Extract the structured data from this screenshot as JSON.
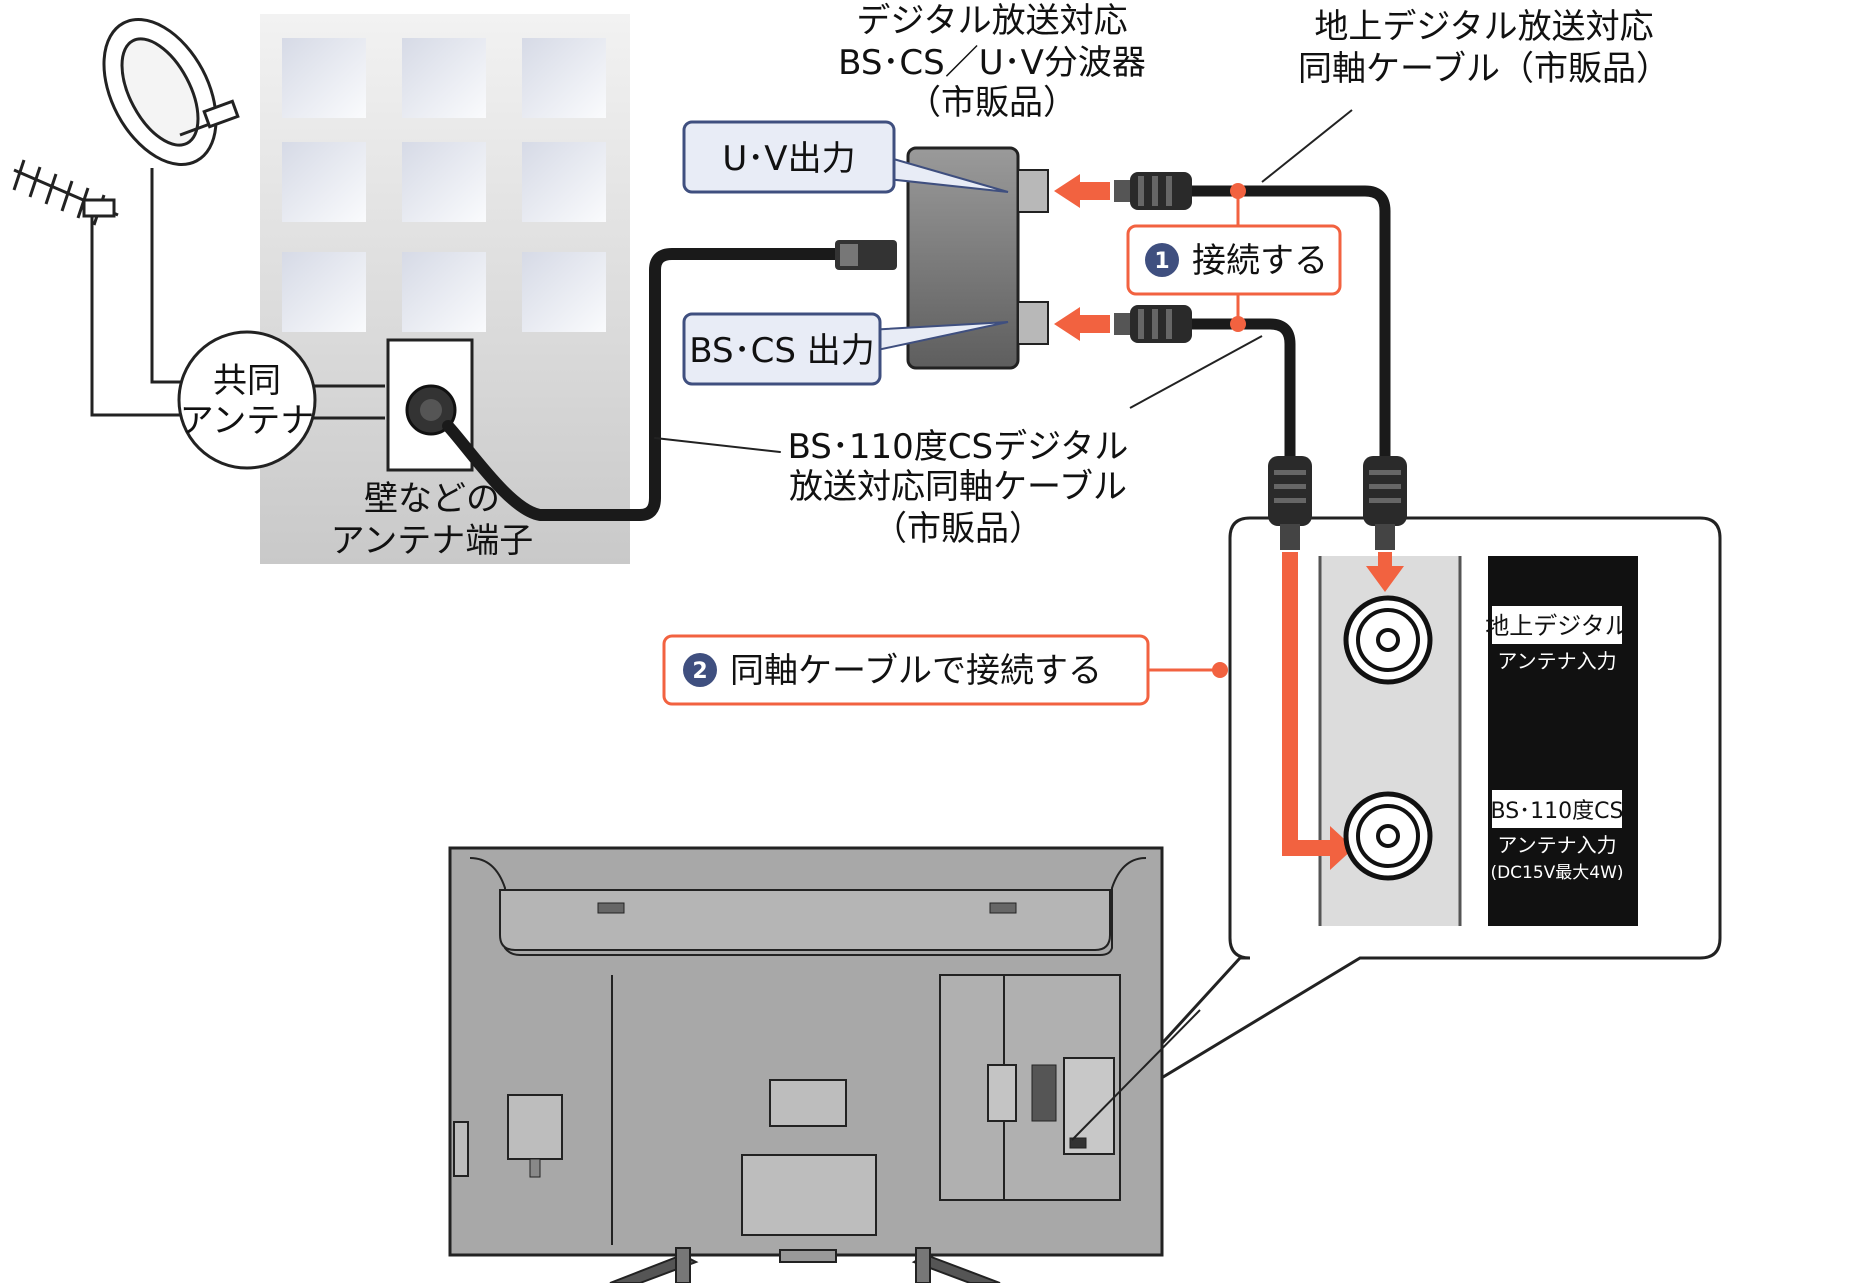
{
  "splitter": {
    "title_line1": "デジタル放送対応",
    "title_line2": "BS･CS／U･V分波器",
    "title_line3": "（市販品）"
  },
  "terrestrial_cable": {
    "line1": "地上デジタル放送対応",
    "line2": "同軸ケーブル（市販品）"
  },
  "callouts": {
    "uv_output": "U･V出力",
    "bscs_output": "BS･CS 出力"
  },
  "steps": [
    {
      "number": "1",
      "text": "接続する"
    },
    {
      "number": "2",
      "text": "同軸ケーブルで接続する"
    }
  ],
  "bs_cable": {
    "line1": "BS･110度CSデジタル",
    "line2": "放送対応同軸ケーブル",
    "line3": "（市販品）"
  },
  "shared_antenna": {
    "line1": "共同",
    "line2": "アンテナ"
  },
  "wall_terminal": {
    "line1": "壁などの",
    "line2": "アンテナ端子"
  },
  "tv_panel": {
    "terrestrial_label": "地上デジタル",
    "terrestrial_sub": "アンテナ入力",
    "bs_label": "BS･110度CS",
    "bs_sub": "アンテナ入力",
    "bs_power": "(DC15V最大4W)"
  },
  "colors": {
    "accent": "#f26240",
    "callout_fill": "#e8ecf6",
    "callout_border": "#3f4f7f",
    "cable": "#1a1a1a"
  }
}
